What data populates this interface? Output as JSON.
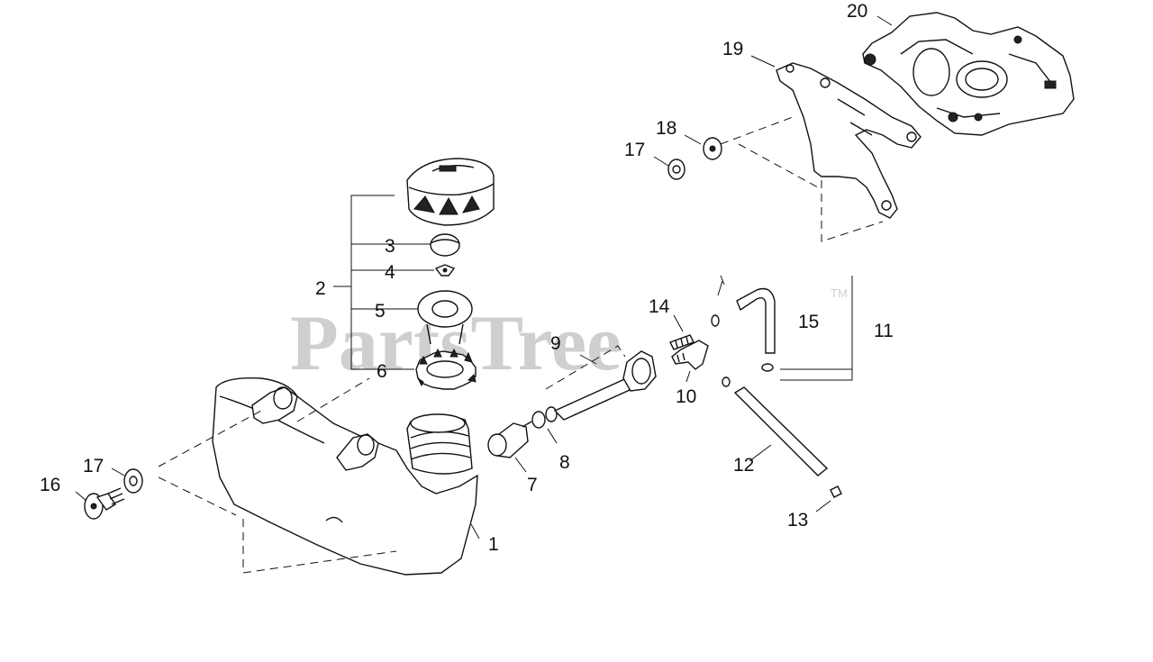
{
  "watermark": {
    "text": "PartsTree",
    "trademark": "TM"
  },
  "callouts": [
    "1",
    "2",
    "3",
    "4",
    "5",
    "6",
    "7",
    "8",
    "9",
    "10",
    "11",
    "12",
    "13",
    "14",
    "15",
    "16",
    "17",
    "17",
    "18",
    "19",
    "20"
  ]
}
